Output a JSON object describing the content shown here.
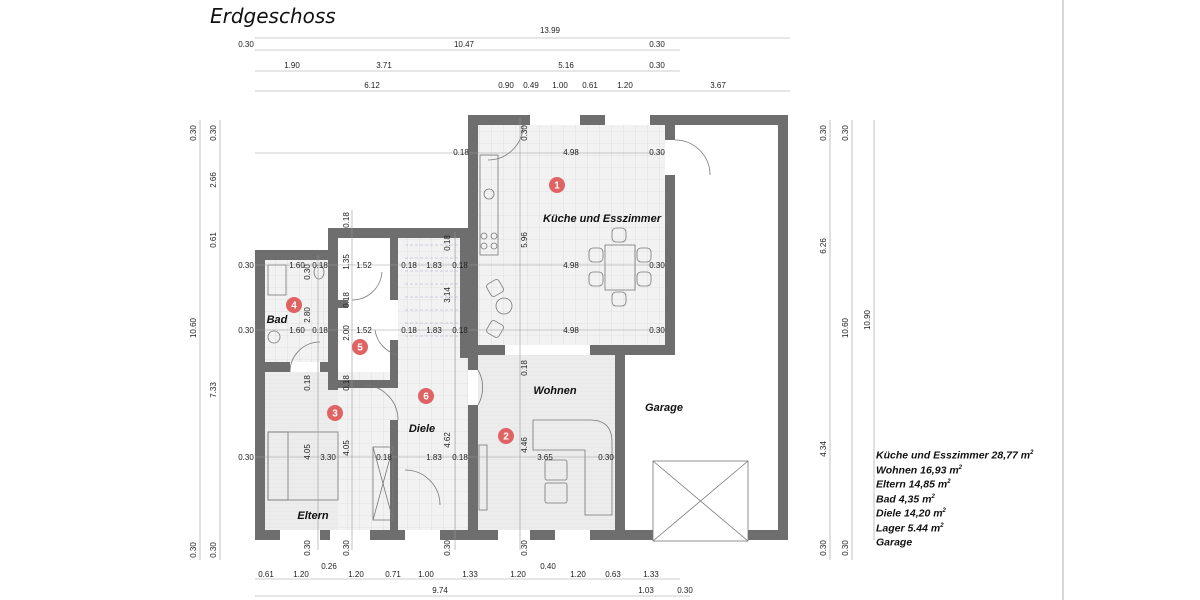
{
  "title": "Erdgeschoss",
  "rooms": [
    {
      "number": "1",
      "name": "Küche und Esszimmer"
    },
    {
      "number": "2",
      "name": "Wohnen"
    },
    {
      "number": "3",
      "name": "Eltern"
    },
    {
      "number": "4",
      "name": "Bad"
    },
    {
      "number": "5",
      "name": ""
    },
    {
      "number": "6",
      "name": "Diele"
    },
    {
      "number": "",
      "name": "Garage"
    }
  ],
  "areas": [
    {
      "label": "Küche und Esszimmer 28,77 m",
      "sup": "2"
    },
    {
      "label": "Wohnen 16,93 m",
      "sup": "2"
    },
    {
      "label": "Eltern 14,85 m",
      "sup": "2"
    },
    {
      "label": "Bad 4,35 m",
      "sup": "2"
    },
    {
      "label": "Diele 14,20 m",
      "sup": "2"
    },
    {
      "label": "Lager 5.44 m",
      "sup": "2"
    },
    {
      "label": "Garage",
      "sup": ""
    }
  ],
  "dimensions": [
    "13.99",
    "0.30",
    "10.47",
    "0.30",
    "1.90",
    "3.71",
    "5.16",
    "0.30",
    "6.12",
    "0.90",
    "0.49",
    "1.00",
    "0.61",
    "1.20",
    "3.67",
    "0.61",
    "1.20",
    "0.26",
    "1.20",
    "0.71",
    "1.00",
    "1.33",
    "1.20",
    "0.40",
    "1.20",
    "0.63",
    "1.33",
    "9.74",
    "1.03",
    "0.30",
    "0.30",
    "10.60",
    "0.30",
    "0.30",
    "2.66",
    "0.61",
    "7.33",
    "0.30",
    "0.30",
    "6.26",
    "4.34",
    "0.30",
    "0.30",
    "10.60",
    "0.30",
    "10.90",
    "0.18",
    "4.98",
    "0.30",
    "0.30",
    "1.60",
    "0.18",
    "1.52",
    "0.18",
    "1.83",
    "0.18",
    "4.98",
    "0.30",
    "0.30",
    "1.60",
    "0.18",
    "1.52",
    "0.18",
    "1.83",
    "0.18",
    "4.98",
    "0.30",
    "0.30",
    "3.30",
    "0.18",
    "1.83",
    "0.18",
    "3.65",
    "0.30",
    "0.30",
    "5.96",
    "0.18",
    "4.46",
    "0.30",
    "0.18",
    "1.35",
    "0.18",
    "2.00",
    "0.18",
    "4.05",
    "0.30",
    "0.30",
    "2.80",
    "0.18",
    "4.05",
    "0.30",
    "0.18",
    "3.14",
    "4.62",
    "0.30"
  ],
  "colors": {
    "wall": "#6e6e6e",
    "floor": "#ececec",
    "room_marker": "#e06363"
  }
}
